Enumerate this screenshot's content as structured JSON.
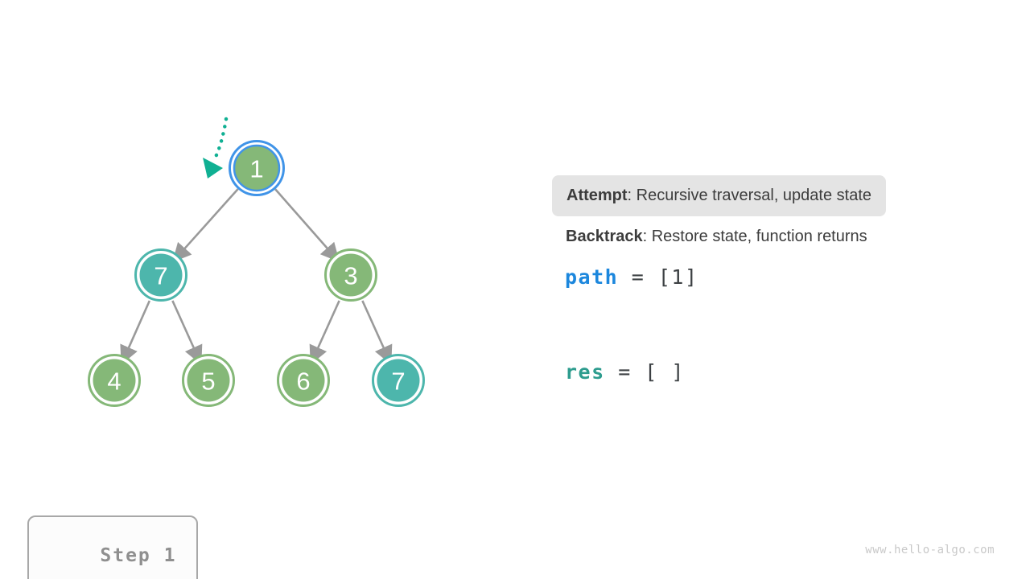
{
  "page": {
    "background": "#ffffff",
    "step_label": "Step 1",
    "watermark": "www.hello-algo.com"
  },
  "legend": {
    "attempt_term": "Attempt",
    "attempt_desc": ": Recursive traversal, update state",
    "backtrack_term": "Backtrack",
    "backtrack_desc": ": Restore state, function returns"
  },
  "variables": [
    {
      "name": "path",
      "value": "[1]",
      "name_color": "#1c87dd"
    },
    {
      "name": "res",
      "value": "[ ]",
      "name_color": "#2d9c8e"
    }
  ],
  "tree": {
    "description": "complete binary tree, nodes listed in level order",
    "nodes": [
      {
        "label": "1",
        "variant": "green",
        "highlighted": true
      },
      {
        "label": "7",
        "variant": "teal",
        "highlighted": false
      },
      {
        "label": "3",
        "variant": "green",
        "highlighted": false
      },
      {
        "label": "4",
        "variant": "green",
        "highlighted": false
      },
      {
        "label": "5",
        "variant": "green",
        "highlighted": false
      },
      {
        "label": "6",
        "variant": "green",
        "highlighted": false
      },
      {
        "label": "7",
        "variant": "teal",
        "highlighted": false
      }
    ],
    "edges": [
      [
        0,
        1
      ],
      [
        0,
        2
      ],
      [
        1,
        3
      ],
      [
        1,
        4
      ],
      [
        2,
        5
      ],
      [
        2,
        6
      ]
    ],
    "pointer": {
      "target_node_index": 0
    },
    "colors": {
      "green": "#85b878",
      "teal": "#4db6ac",
      "highlight_ring": "#4094e8",
      "edge": "#9a9a9a",
      "pointer": "#10b093",
      "node_label": "#ffffff"
    }
  }
}
